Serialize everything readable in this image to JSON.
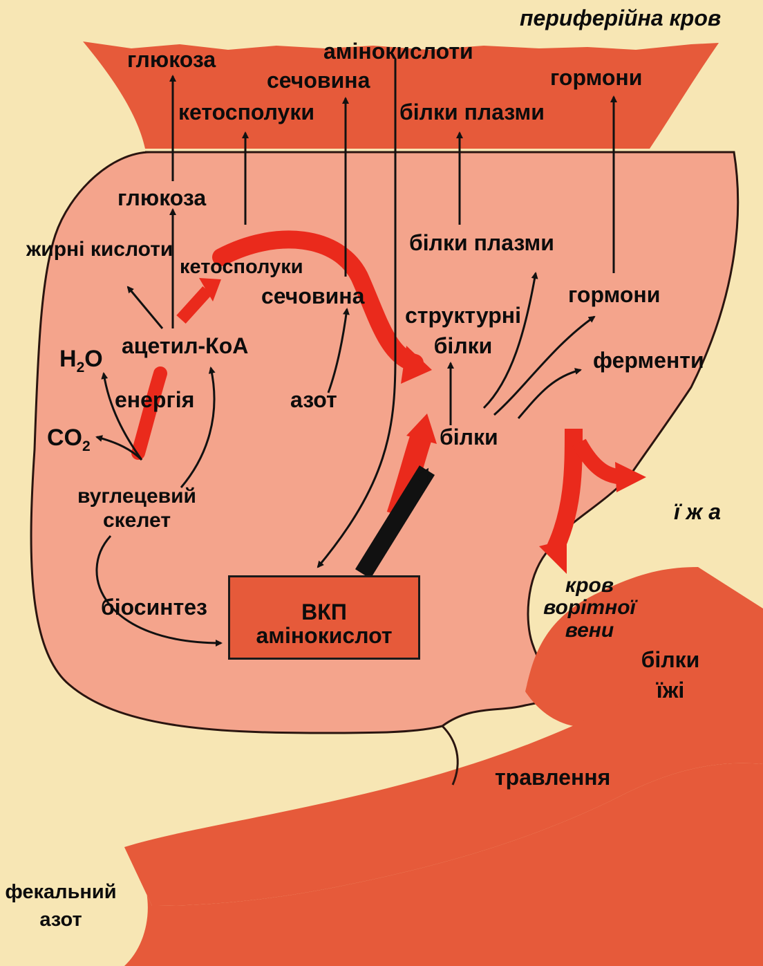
{
  "colors": {
    "background": "#f7e6b4",
    "liver": "#f4a48c",
    "vessel": "#e65a3a",
    "red_arrow": "#ea2a1c",
    "black_arrow": "#111111"
  },
  "labels": {
    "peripheral_blood": "периферійна кров",
    "blood_glucose": "глюкоза",
    "blood_amino_acids": "амінокислоти",
    "blood_urea": "сечовина",
    "blood_hormones": "гормони",
    "blood_ketones": "кетосполуки",
    "blood_plasma_proteins": "білки плазми",
    "liver_glucose": "глюкоза",
    "fatty_acids": "жирні кислоти",
    "liver_ketones": "кетосполуки",
    "liver_urea": "сечовина",
    "liver_plasma_proteins": "білки плазми",
    "liver_hormones": "гормони",
    "structural_proteins_1": "структурні",
    "structural_proteins_2": "білки",
    "enzymes": "ферменти",
    "acetyl_coa": "ацетил-КоА",
    "water_main": "H",
    "water_sub": "2",
    "water_tail": "O",
    "energy": "енергія",
    "nitrogen": "азот",
    "co2_main": "CO",
    "co2_sub": "2",
    "proteins": "білки",
    "carbon_skeleton_1": "вуглецевий",
    "carbon_skeleton_2": "скелет",
    "food": "ї ж а",
    "biosynthesis": "біосинтез",
    "pool_1": "ВКП",
    "pool_2": "амінокислот",
    "portal_1": "кров",
    "portal_2": "ворітної",
    "portal_3": "вени",
    "dietary_proteins_1": "білки",
    "dietary_proteins_2": "їжі",
    "digestion": "травлення",
    "fecal_1": "фекальний",
    "fecal_2": "азот"
  }
}
